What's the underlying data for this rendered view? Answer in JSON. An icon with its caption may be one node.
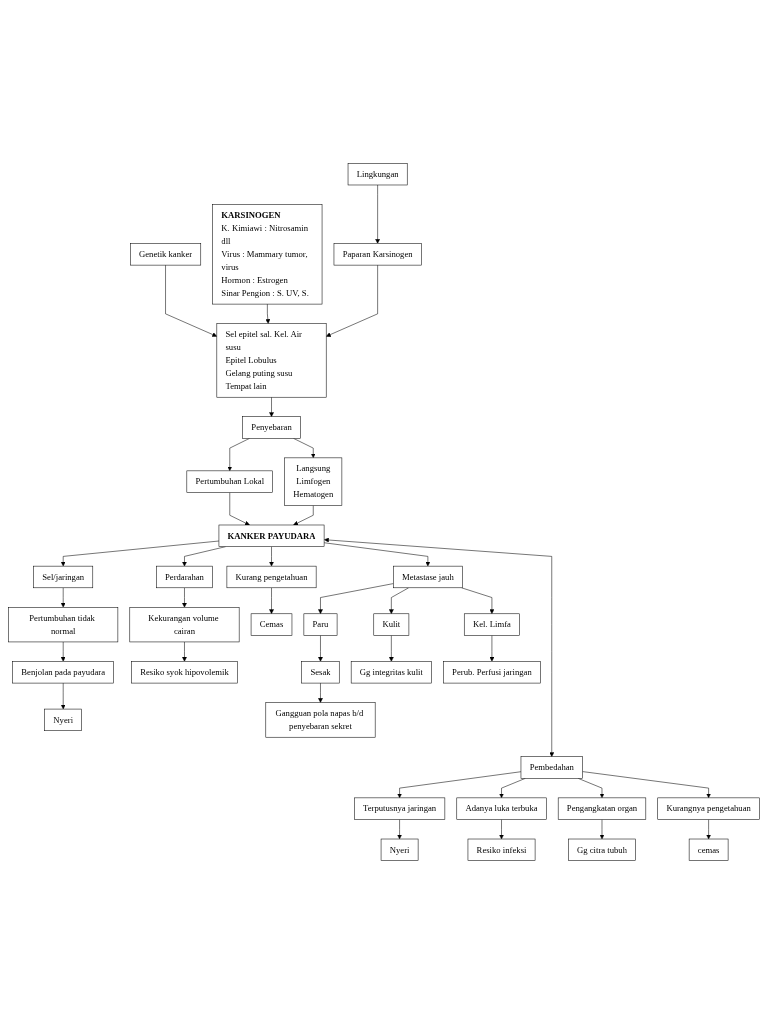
{
  "diagram": {
    "nodes": [
      {
        "text": [
          "Genetik kanker"
        ]
      },
      {
        "text": [
          "KARSINOGEN",
          "K. Kimiawi : Nitrosamin dll",
          "Virus : Mammary tumor, virus",
          "Hormon : Estrogen",
          "Sinar Pengion : S. UV, S."
        ]
      },
      {
        "text": [
          "Lingkungan"
        ]
      },
      {
        "text": [
          "Paparan Karsinogen"
        ]
      },
      {
        "text": [
          "Sel epitel sal. Kel. Air susu",
          "Epitel Lobulus",
          "Gelang puting susu",
          "Tempat lain"
        ]
      },
      {
        "text": [
          "Penyebaran"
        ]
      },
      {
        "text": [
          "Pertumbuhan Lokal"
        ]
      },
      {
        "text": [
          "Langsung",
          "Limfogen",
          "Hematogen"
        ]
      },
      {
        "text": [
          "KANKER PAYUDARA"
        ]
      },
      {
        "text": [
          "Sel/jaringan"
        ]
      },
      {
        "text": [
          "Perdarahan"
        ]
      },
      {
        "text": [
          "Kurang pengetahuan"
        ]
      },
      {
        "text": [
          "Metastase jauh"
        ]
      },
      {
        "text": [
          "Pertumbuhan tidak normal"
        ]
      },
      {
        "text": [
          "Kekurangan volume cairan"
        ]
      },
      {
        "text": [
          "Cemas"
        ]
      },
      {
        "text": [
          "Paru"
        ]
      },
      {
        "text": [
          "Kulit"
        ]
      },
      {
        "text": [
          "Kel. Limfa"
        ]
      },
      {
        "text": [
          "Benjolan pada payudara"
        ]
      },
      {
        "text": [
          "Resiko syok hipovolemik"
        ]
      },
      {
        "text": [
          "Sesak"
        ]
      },
      {
        "text": [
          "Gg integritas kulit"
        ]
      },
      {
        "text": [
          "Perub. Perfusi jaringan"
        ]
      },
      {
        "text": [
          "Nyeri"
        ]
      },
      {
        "text": [
          "Gangguan pola napas b/d penyebaran sekret"
        ]
      },
      {
        "text": [
          "Pembedahan"
        ]
      },
      {
        "text": [
          "Terputusnya jaringan"
        ]
      },
      {
        "text": [
          "Adanya luka terbuka"
        ]
      },
      {
        "text": [
          "Pengangkatan organ"
        ]
      },
      {
        "text": [
          "Kurangnya pengetahuan"
        ]
      },
      {
        "text": [
          "Nyeri"
        ]
      },
      {
        "text": [
          "Resiko infeksi"
        ]
      },
      {
        "text": [
          "Gg citra tubuh"
        ]
      },
      {
        "text": [
          "cemas"
        ]
      }
    ],
    "edges": [
      {
        "from": 0,
        "to": 4,
        "arrow": "to"
      },
      {
        "from": 1,
        "to": 4,
        "arrow": "to"
      },
      {
        "from": 2,
        "to": 3,
        "arrow": "to"
      },
      {
        "from": 3,
        "to": 4,
        "arrow": "to"
      },
      {
        "from": 4,
        "to": 5,
        "arrow": "to"
      },
      {
        "from": 5,
        "to": 6,
        "arrow": "to"
      },
      {
        "from": 5,
        "to": 7,
        "arrow": "to"
      },
      {
        "from": 6,
        "to": 8,
        "arrow": "to"
      },
      {
        "from": 7,
        "to": 8,
        "arrow": "to"
      },
      {
        "from": 8,
        "to": 9,
        "arrow": "to"
      },
      {
        "from": 8,
        "to": 10,
        "arrow": "to"
      },
      {
        "from": 8,
        "to": 11,
        "arrow": "to"
      },
      {
        "from": 8,
        "to": 12,
        "arrow": "to"
      },
      {
        "from": 8,
        "to": 26,
        "arrow": "both"
      },
      {
        "from": 9,
        "to": 13,
        "arrow": "to"
      },
      {
        "from": 10,
        "to": 14,
        "arrow": "to"
      },
      {
        "from": 11,
        "to": 15,
        "arrow": "to"
      },
      {
        "from": 12,
        "to": 16,
        "arrow": "to"
      },
      {
        "from": 12,
        "to": 17,
        "arrow": "to"
      },
      {
        "from": 12,
        "to": 18,
        "arrow": "to"
      },
      {
        "from": 13,
        "to": 19,
        "arrow": "to"
      },
      {
        "from": 14,
        "to": 20,
        "arrow": "to"
      },
      {
        "from": 16,
        "to": 21,
        "arrow": "to"
      },
      {
        "from": 17,
        "to": 22,
        "arrow": "to"
      },
      {
        "from": 18,
        "to": 23,
        "arrow": "to"
      },
      {
        "from": 19,
        "to": 24,
        "arrow": "to"
      },
      {
        "from": 21,
        "to": 25,
        "arrow": "to"
      },
      {
        "from": 26,
        "to": 27,
        "arrow": "to"
      },
      {
        "from": 26,
        "to": 28,
        "arrow": "to"
      },
      {
        "from": 26,
        "to": 29,
        "arrow": "to"
      },
      {
        "from": 26,
        "to": 30,
        "arrow": "to"
      },
      {
        "from": 27,
        "to": 31,
        "arrow": "to"
      },
      {
        "from": 28,
        "to": 32,
        "arrow": "to"
      },
      {
        "from": 29,
        "to": 33,
        "arrow": "to"
      },
      {
        "from": 30,
        "to": 34,
        "arrow": "to"
      }
    ]
  }
}
